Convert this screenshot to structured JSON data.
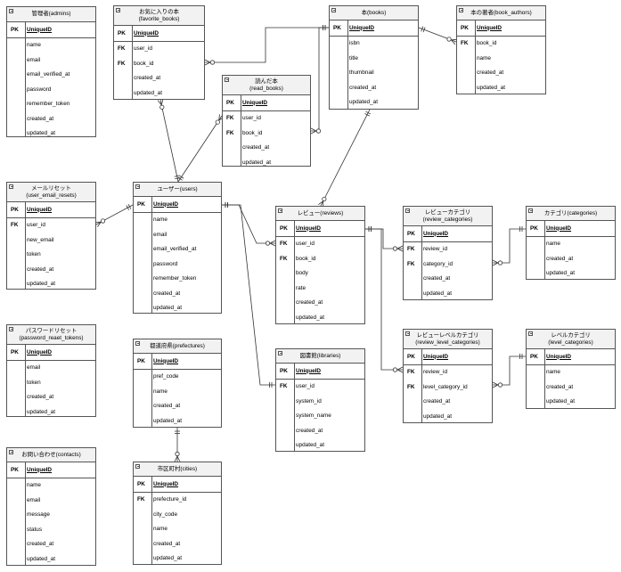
{
  "tables": [
    {
      "id": "admins",
      "name": "管理者(admins)",
      "fields": [
        {
          "key": "PK",
          "name": "UniqueID",
          "pk": true
        },
        {
          "key": "",
          "name": "name"
        },
        {
          "key": "",
          "name": "email"
        },
        {
          "key": "",
          "name": "email_verified_at"
        },
        {
          "key": "",
          "name": "password"
        },
        {
          "key": "",
          "name": "remember_token"
        },
        {
          "key": "",
          "name": "created_at"
        },
        {
          "key": "",
          "name": "updated_at"
        }
      ]
    },
    {
      "id": "favorite_books",
      "name": "お気に入りの本\n(favorite_books)",
      "fields": [
        {
          "key": "PK",
          "name": "UniqueID",
          "pk": true
        },
        {
          "key": "FK",
          "name": "user_id"
        },
        {
          "key": "FK",
          "name": "book_id"
        },
        {
          "key": "",
          "name": "created_at"
        },
        {
          "key": "",
          "name": "updated_at"
        }
      ]
    },
    {
      "id": "books",
      "name": "本(books)",
      "fields": [
        {
          "key": "PK",
          "name": "UniqueID",
          "pk": true
        },
        {
          "key": "",
          "name": "isbn"
        },
        {
          "key": "",
          "name": "title"
        },
        {
          "key": "",
          "name": "thumbnail"
        },
        {
          "key": "",
          "name": "created_at"
        },
        {
          "key": "",
          "name": "updated_at"
        }
      ]
    },
    {
      "id": "book_authors",
      "name": "本の著者(book_authors)",
      "fields": [
        {
          "key": "PK",
          "name": "UniqueID",
          "pk": true
        },
        {
          "key": "FK",
          "name": "book_id"
        },
        {
          "key": "",
          "name": "name"
        },
        {
          "key": "",
          "name": "created_at"
        },
        {
          "key": "",
          "name": "updated_at"
        }
      ]
    },
    {
      "id": "read_books",
      "name": "読んだ本\n(read_books)",
      "fields": [
        {
          "key": "PK",
          "name": "UniqueID",
          "pk": true
        },
        {
          "key": "FK",
          "name": "user_id"
        },
        {
          "key": "FK",
          "name": "book_id"
        },
        {
          "key": "",
          "name": "created_at"
        },
        {
          "key": "",
          "name": "updated_at"
        }
      ]
    },
    {
      "id": "user_email_resets",
      "name": "メールリセット\n(user_email_resets)",
      "fields": [
        {
          "key": "PK",
          "name": "UniqueID",
          "pk": true
        },
        {
          "key": "FK",
          "name": "user_id"
        },
        {
          "key": "",
          "name": "new_email"
        },
        {
          "key": "",
          "name": "token"
        },
        {
          "key": "",
          "name": "created_at"
        },
        {
          "key": "",
          "name": "updated_at"
        }
      ]
    },
    {
      "id": "users",
      "name": "ユーザー(users)",
      "fields": [
        {
          "key": "PK",
          "name": "UniqueID",
          "pk": true
        },
        {
          "key": "",
          "name": "name"
        },
        {
          "key": "",
          "name": "email"
        },
        {
          "key": "",
          "name": "email_verified_at"
        },
        {
          "key": "",
          "name": "password"
        },
        {
          "key": "",
          "name": "remember_token"
        },
        {
          "key": "",
          "name": "created_at"
        },
        {
          "key": "",
          "name": "updated_at"
        }
      ]
    },
    {
      "id": "reviews",
      "name": "レビュー(reviews)",
      "fields": [
        {
          "key": "PK",
          "name": "UniqueID",
          "pk": true
        },
        {
          "key": "FK",
          "name": "user_id"
        },
        {
          "key": "FK",
          "name": "book_id"
        },
        {
          "key": "",
          "name": "body"
        },
        {
          "key": "",
          "name": "rate"
        },
        {
          "key": "",
          "name": "created_at"
        },
        {
          "key": "",
          "name": "updated_at"
        }
      ]
    },
    {
      "id": "review_categories",
      "name": "レビューカテゴリ\n(review_categories)",
      "fields": [
        {
          "key": "PK",
          "name": "UniqueID",
          "pk": true
        },
        {
          "key": "FK",
          "name": "review_id"
        },
        {
          "key": "FK",
          "name": "category_id"
        },
        {
          "key": "",
          "name": "created_at"
        },
        {
          "key": "",
          "name": "updated_at"
        }
      ]
    },
    {
      "id": "categories",
      "name": "カテゴリ(categories)",
      "fields": [
        {
          "key": "PK",
          "name": "UniqueID",
          "pk": true
        },
        {
          "key": "",
          "name": "name"
        },
        {
          "key": "",
          "name": "created_at"
        },
        {
          "key": "",
          "name": "updated_at"
        }
      ]
    },
    {
      "id": "password_reset_tokens",
      "name": "パスワードリセット\n(password_reaet_tokens)",
      "fields": [
        {
          "key": "PK",
          "name": "UniqueID",
          "pk": true
        },
        {
          "key": "",
          "name": "email"
        },
        {
          "key": "",
          "name": "token"
        },
        {
          "key": "",
          "name": "created_at"
        },
        {
          "key": "",
          "name": "updated_at"
        }
      ]
    },
    {
      "id": "prefectures",
      "name": "都道府県(prefectures)",
      "fields": [
        {
          "key": "PK",
          "name": "UniqueID",
          "pk": true
        },
        {
          "key": "",
          "name": "pref_code"
        },
        {
          "key": "",
          "name": "name"
        },
        {
          "key": "",
          "name": "created_at"
        },
        {
          "key": "",
          "name": "updated_at"
        }
      ]
    },
    {
      "id": "libraries",
      "name": "図書館(libraries)",
      "fields": [
        {
          "key": "PK",
          "name": "UniqueID",
          "pk": true
        },
        {
          "key": "FK",
          "name": "user_id"
        },
        {
          "key": "",
          "name": "system_id"
        },
        {
          "key": "",
          "name": "system_name"
        },
        {
          "key": "",
          "name": "created_at"
        },
        {
          "key": "",
          "name": "updated_at"
        }
      ]
    },
    {
      "id": "review_level_categories",
      "name": "レビューレベルカテゴリ\n(review_level_categories)",
      "fields": [
        {
          "key": "PK",
          "name": "UniqueID",
          "pk": true
        },
        {
          "key": "FK",
          "name": "review_id"
        },
        {
          "key": "FK",
          "name": "level_category_id"
        },
        {
          "key": "",
          "name": "created_at"
        },
        {
          "key": "",
          "name": "updated_at"
        }
      ]
    },
    {
      "id": "level_categories",
      "name": "レベルカテゴリ\n(level_categories)",
      "fields": [
        {
          "key": "PK",
          "name": "UniqueID",
          "pk": true
        },
        {
          "key": "",
          "name": "name"
        },
        {
          "key": "",
          "name": "created_at"
        },
        {
          "key": "",
          "name": "updated_at"
        }
      ]
    },
    {
      "id": "contacts",
      "name": "お問い合わせ(contacts)",
      "fields": [
        {
          "key": "PK",
          "name": "UniqueID",
          "pk": true
        },
        {
          "key": "",
          "name": "name"
        },
        {
          "key": "",
          "name": "email"
        },
        {
          "key": "",
          "name": "message"
        },
        {
          "key": "",
          "name": "status"
        },
        {
          "key": "",
          "name": "created_at"
        },
        {
          "key": "",
          "name": "updated_at"
        }
      ]
    },
    {
      "id": "cities",
      "name": "市区町村(cities)",
      "fields": [
        {
          "key": "PK",
          "name": "UniqueID",
          "pk": true
        },
        {
          "key": "FK",
          "name": "prefecture_id"
        },
        {
          "key": "",
          "name": "city_code"
        },
        {
          "key": "",
          "name": "name"
        },
        {
          "key": "",
          "name": "created_at"
        },
        {
          "key": "",
          "name": "updated_at"
        }
      ]
    }
  ],
  "relationships": [
    {
      "from": "users",
      "to": "favorite_books",
      "from_card": "one",
      "to_card": "zero-many"
    },
    {
      "from": "books",
      "to": "favorite_books",
      "from_card": "one",
      "to_card": "zero-many"
    },
    {
      "from": "books",
      "to": "book_authors",
      "from_card": "one",
      "to_card": "zero-many"
    },
    {
      "from": "users",
      "to": "read_books",
      "from_card": "one",
      "to_card": "zero-many"
    },
    {
      "from": "books",
      "to": "read_books",
      "from_card": "one",
      "to_card": "zero-many"
    },
    {
      "from": "users",
      "to": "user_email_resets",
      "from_card": "one",
      "to_card": "zero-many"
    },
    {
      "from": "users",
      "to": "reviews",
      "from_card": "one",
      "to_card": "zero-many"
    },
    {
      "from": "books",
      "to": "reviews",
      "from_card": "one",
      "to_card": "zero-many"
    },
    {
      "from": "users",
      "to": "libraries",
      "from_card": "one",
      "to_card": "one"
    },
    {
      "from": "reviews",
      "to": "review_categories",
      "from_card": "one",
      "to_card": "zero-many"
    },
    {
      "from": "categories",
      "to": "review_categories",
      "from_card": "one",
      "to_card": "zero-many"
    },
    {
      "from": "reviews",
      "to": "review_level_categories",
      "from_card": "one",
      "to_card": "zero-many"
    },
    {
      "from": "level_categories",
      "to": "review_level_categories",
      "from_card": "one",
      "to_card": "zero-many"
    },
    {
      "from": "prefectures",
      "to": "cities",
      "from_card": "one",
      "to_card": "zero-many"
    }
  ]
}
